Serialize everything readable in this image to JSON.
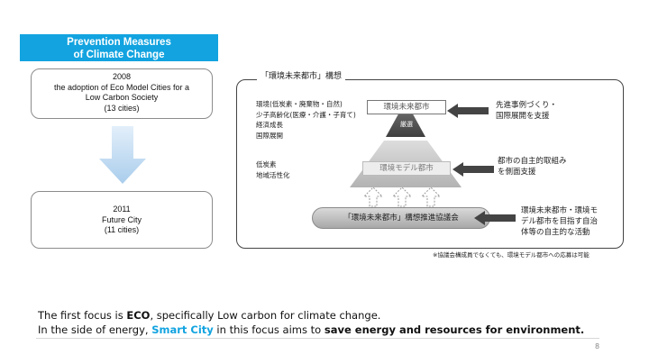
{
  "header": {
    "line1": "Prevention Measures",
    "line2": "of Climate Change"
  },
  "box_2008": {
    "year": "2008",
    "line1": "the adoption of Eco Model Cities for a",
    "line2": "Low Carbon Society",
    "count": "(13 cities)"
  },
  "box_2011": {
    "year": "2011",
    "name": "Future City",
    "count": "(11 cities)"
  },
  "diagram": {
    "title": "「環境未来都市」構想",
    "notes_top": [
      "環境(低炭素・廃棄物・自然)",
      "少子高齢化(医療・介護・子育て)",
      "経済成長",
      "国際展開"
    ],
    "notes_bottom": [
      "低炭素",
      "地域活性化"
    ],
    "top_tier": "環境未来都市",
    "selection": "厳選",
    "mid_tier": "環境モデル都市",
    "council": "「環境未来都市」構想推進協議会",
    "side_top": [
      "先進事例づくり・",
      "国際展開を支援"
    ],
    "side_mid": [
      "都市の自主的取組み",
      "を側面支援"
    ],
    "side_bottom": [
      "環境未来都市・環境モ",
      "デル都市を目指す自治",
      "体等の自主的な活動"
    ],
    "footnote": "※協議会構成員でなくても、環境モデル都市への応募は可能"
  },
  "bottom": {
    "l1_a": "The first focus is ",
    "l1_b": "ECO",
    "l1_c": ", specifically Low carbon for climate change.",
    "l2_a": "In the side of energy, ",
    "l2_b": "Smart City",
    "l2_c": " in this focus aims to ",
    "l2_d": "save energy and resources for environment."
  },
  "page_number": "8",
  "colors": {
    "accent": "#12a3e0",
    "arrow_blue": "#bcd9f0",
    "pyramid_dark": "#5a5a5a",
    "pyramid_light": "#cfcfcf"
  }
}
